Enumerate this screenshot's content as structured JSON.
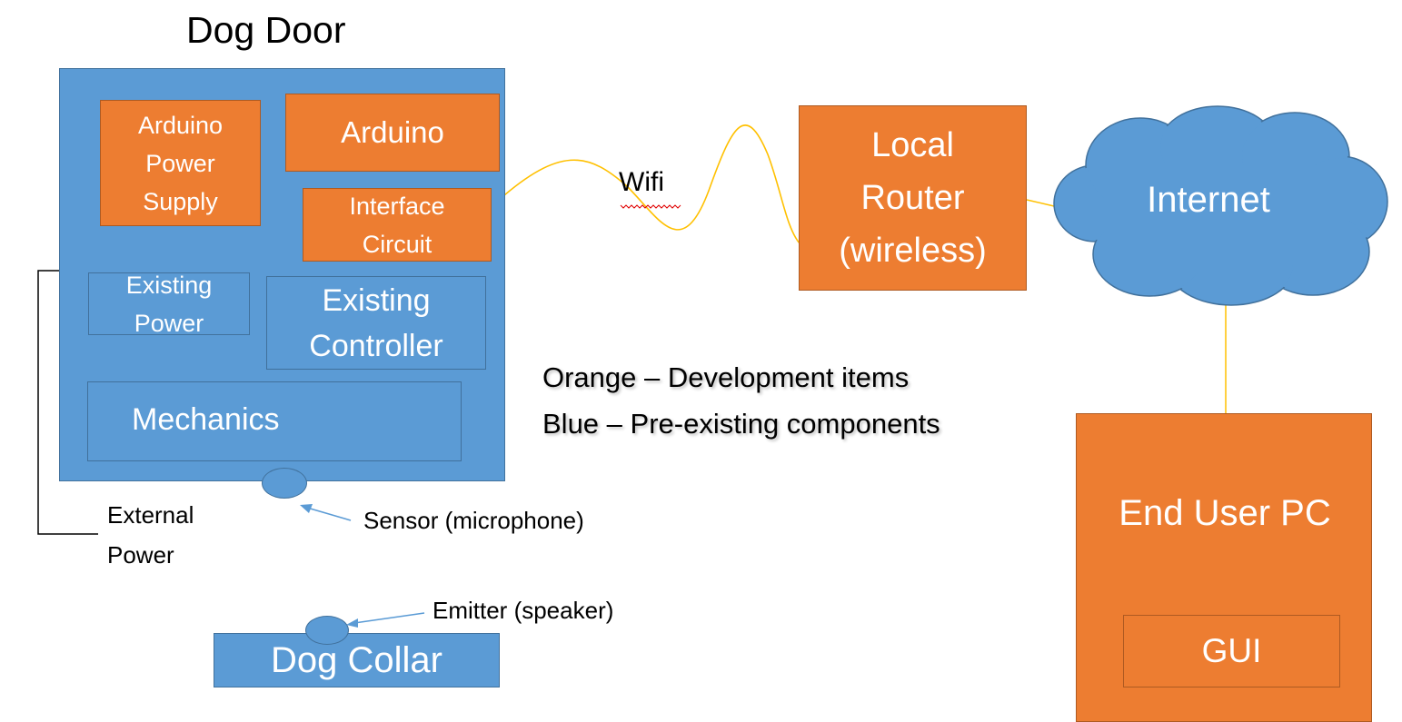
{
  "title": "Dog Door",
  "boxes": {
    "arduino_power": "Arduino Power Supply",
    "arduino": "Arduino",
    "interface": "Interface Circuit",
    "existing_power": "Existing Power",
    "existing_controller": "Existing Controller",
    "mechanics": "Mechanics",
    "router": "Local Router (wireless)",
    "internet": "Internet",
    "end_user": "End User PC",
    "gui": "GUI",
    "collar": "Dog Collar"
  },
  "labels": {
    "wifi": "Wifi",
    "external_power": "External Power",
    "sensor": "Sensor (microphone)",
    "emitter": "Emitter (speaker)"
  },
  "legend": {
    "line1": "Orange – Development items",
    "line2": "Blue – Pre-existing components"
  },
  "colors": {
    "orange": "#ed7d31",
    "blue": "#5b9bd5",
    "wire": "#ffc000"
  }
}
